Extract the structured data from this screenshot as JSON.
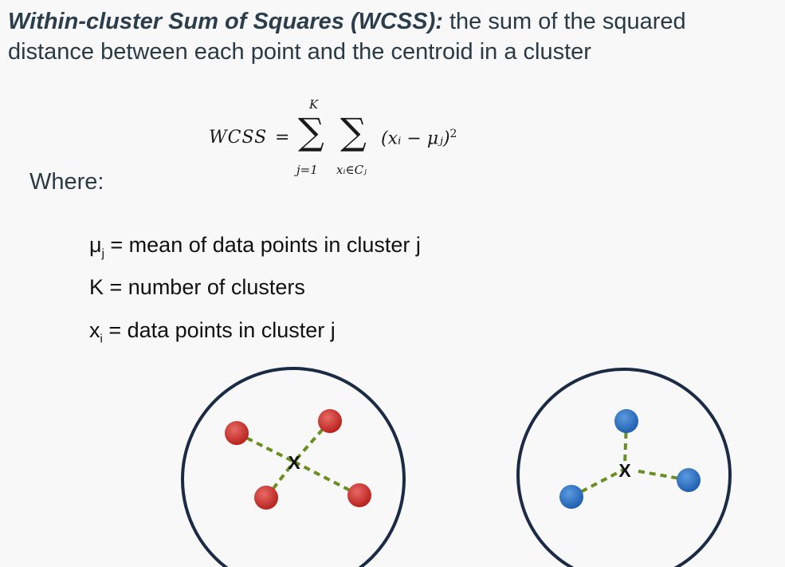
{
  "heading": {
    "term": "Within-cluster Sum of Squares (WCSS):",
    "definition_part1": " the sum of the squared",
    "definition_part2": "distance between each point and the centroid in a cluster"
  },
  "formula": {
    "lhs": "WCSS",
    "equals": "=",
    "sum_upper": "K",
    "sum1_lower": "j=1",
    "sum2_lower": "xᵢ∈Cⱼ",
    "body": "(xᵢ − μⱼ)",
    "exponent": "2"
  },
  "where_label": "Where:",
  "definitions": [
    {
      "symbol": "μ",
      "sub": "j",
      "text": " = mean of data points in cluster j"
    },
    {
      "symbol": "K",
      "sub": "",
      "text": " = number of clusters"
    },
    {
      "symbol": "x",
      "sub": "i",
      "text": " = data points in cluster j"
    }
  ],
  "clusters": {
    "centroid_marker": "X",
    "left_point_color": "#c9302c",
    "right_point_color": "#2f74c7",
    "circle_color": "#1b2b45",
    "link_color": "#6b8e23"
  }
}
